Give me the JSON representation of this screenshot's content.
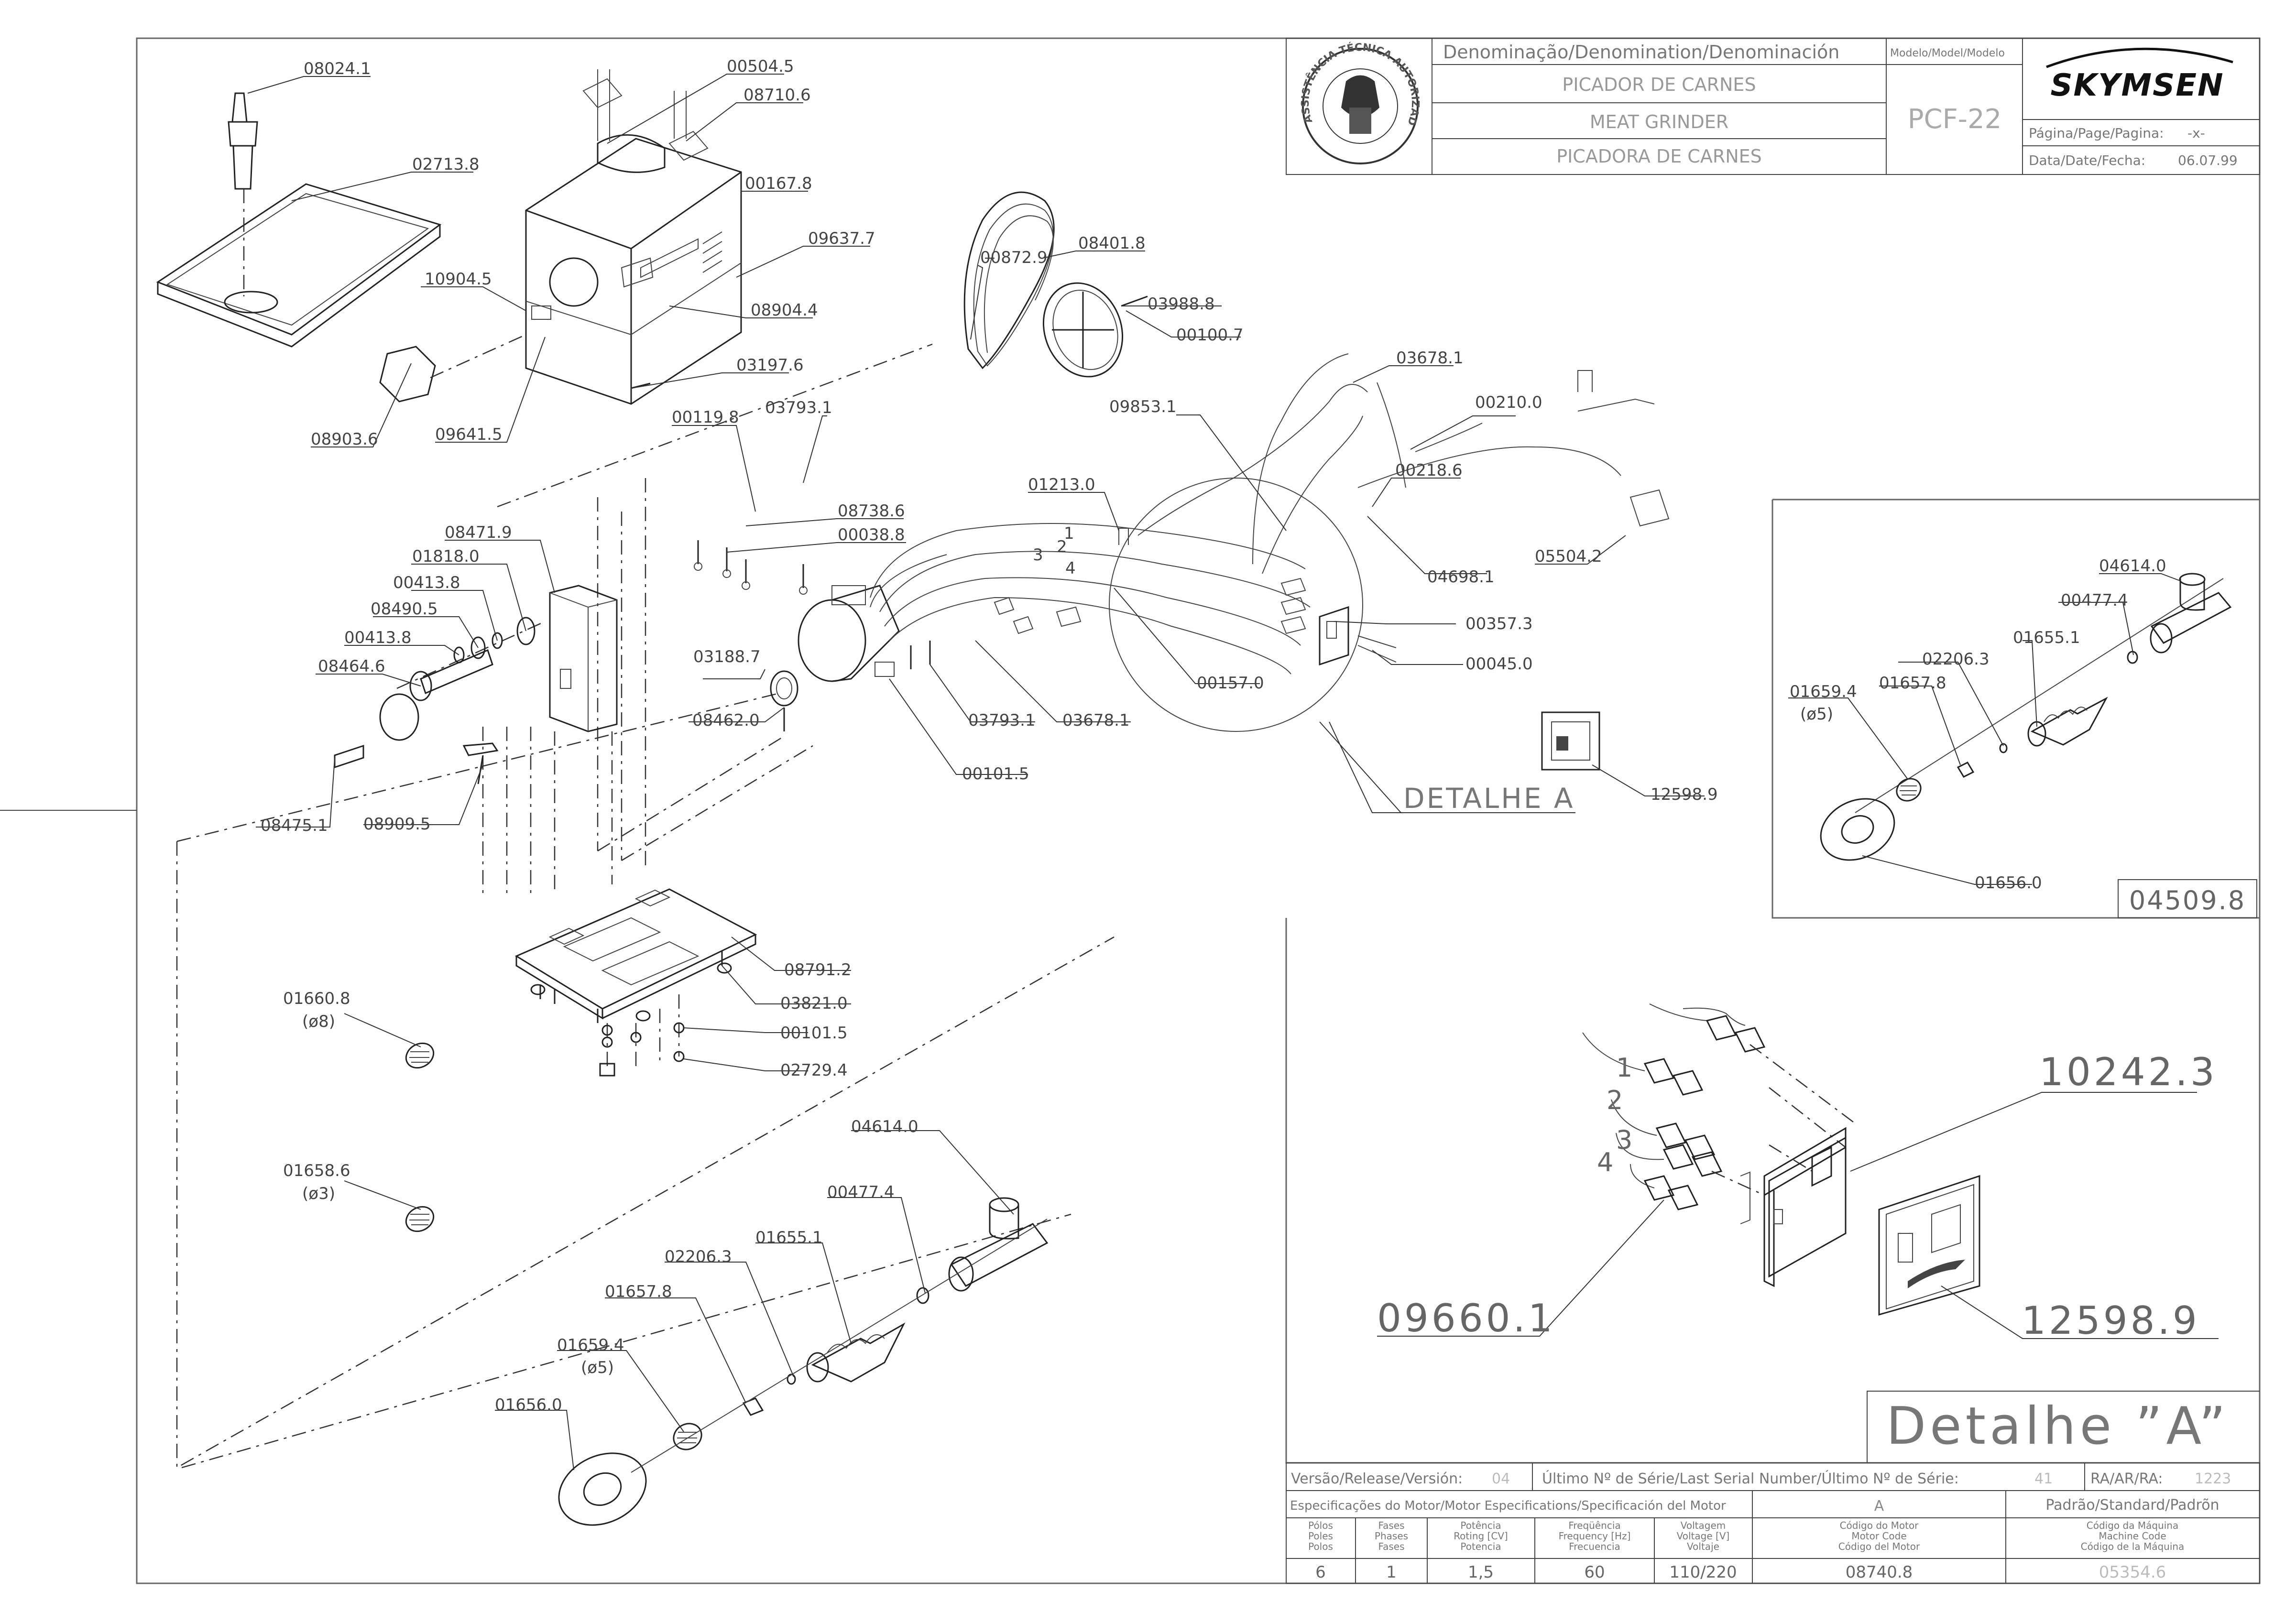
{
  "title_block": {
    "denomination_header": "Denominação/Denomination/Denominación",
    "name_pt": "PICADOR DE CARNES",
    "name_en": "MEAT GRINDER",
    "name_es": "PICADORA DE CARNES",
    "model_header": "Modelo/Model/Modelo",
    "model_value": "PCF-22",
    "brand": "SKYMSEN",
    "page_label": "Página/Page/Pagina:",
    "page_value": "-x-",
    "date_label": "Data/Date/Fecha:",
    "date_value": "06.07.99",
    "seal_text": "ASSISTÊNCIA TÉCNICA AUTORIZADA"
  },
  "parts": {
    "p08024_1": "08024.1",
    "p02713_8": "02713.8",
    "p10904_5": "10904.5",
    "p08903_6": "08903.6",
    "p09641_5": "09641.5",
    "p00504_5": "00504.5",
    "p08710_6": "08710.6",
    "p00167_8": "00167.8",
    "p09637_7": "09637.7",
    "p08904_4": "08904.4",
    "p03197_6": "03197.6",
    "p00872_9": "00872.9",
    "p08401_8": "08401.8",
    "p03988_8": "03988.8",
    "p00100_7": "00100.7",
    "p03678_1a": "03678.1",
    "p00210_0": "00210.0",
    "p09853_1": "09853.1",
    "p00218_6": "00218.6",
    "p05504_2": "05504.2",
    "p04698_1": "04698.1",
    "p00119_8": "00119.8",
    "p03793_1a": "03793.1",
    "p08738_6": "08738.6",
    "p00038_8": "00038.8",
    "p01213_0": "01213.0",
    "p08471_9": "08471.9",
    "p01818_0": "01818.0",
    "p00413_8a": "00413.8",
    "p08490_5": "08490.5",
    "p00413_8b": "00413.8",
    "p08464_6": "08464.6",
    "p08475_1": "08475.1",
    "p08909_5": "08909.5",
    "p03188_7": "03188.7",
    "p08462_0": "08462.0",
    "p03793_1b": "03793.1",
    "p03678_1b": "03678.1",
    "p00101_5a": "00101.5",
    "p00357_3": "00357.3",
    "p00045_0": "00045.0",
    "p00157_0": "00157.0",
    "p12598_9a": "12598.9",
    "p08791_2": "08791.2",
    "p03821_0": "03821.0",
    "p00101_5b": "00101.5",
    "p02729_4": "02729.4",
    "p01660_8": "01660.8",
    "p01660_8_d": "(ø8)",
    "p01658_6": "01658.6",
    "p01658_6_d": "(ø3)",
    "p04614_0": "04614.0",
    "p00477_4": "00477.4",
    "p01655_1": "01655.1",
    "p02206_3": "02206.3",
    "p01657_8": "01657.8",
    "p01659_4": "01659.4",
    "p01659_4_d": "(ø5)",
    "p01656_0": "01656.0",
    "wire_1": "1",
    "wire_2": "2",
    "wire_3": "3",
    "wire_4": "4"
  },
  "detail_a_label": "DETALHE A",
  "inset": {
    "p04614_0": "04614.0",
    "p00477_4": "00477.4",
    "p02206_3": "02206.3",
    "p01655_1": "01655.1",
    "p01659_4": "01659.4",
    "p01659_4_d": "(ø5)",
    "p01657_8": "01657.8",
    "p01656_0": "01656.0",
    "kit_code": "04509.8"
  },
  "detail": {
    "p10242_3": "10242.3",
    "p09660_1": "09660.1",
    "p12598_9": "12598.9",
    "wire_1": "1",
    "wire_2": "2",
    "wire_3": "3",
    "wire_4": "4",
    "title": "Detalhe ”A”"
  },
  "bottom_block": {
    "version_label": "Versão/Release/Versión:",
    "version_value": "04",
    "serial_label": "Último Nº de Série/Last Serial Number/Último Nº de Série:",
    "serial_value": "41",
    "ra_label": "RA/AR/RA:",
    "ra_value": "1223",
    "motor_spec_label": "Especificações do Motor/Motor Especifications/Specificación del Motor",
    "motor_type": "A",
    "standard_label": "Padrão/Standard/Padrõn",
    "cols": [
      {
        "h1": "Pólos",
        "h2": "Poles",
        "h3": "Polos",
        "v": "6"
      },
      {
        "h1": "Fases",
        "h2": "Phases",
        "h3": "Fases",
        "v": "1"
      },
      {
        "h1": "Potência",
        "h2": "Roting [CV]",
        "h3": "Potencia",
        "v": "1,5"
      },
      {
        "h1": "Freqüência",
        "h2": "Frequency [Hz]",
        "h3": "Frecuencia",
        "v": "60"
      },
      {
        "h1": "Voltagem",
        "h2": "Voltage [V]",
        "h3": "Voltaje",
        "v": "110/220"
      }
    ],
    "motor_code_h1": "Código do Motor",
    "motor_code_h2": "Motor Code",
    "motor_code_h3": "Código del Motor",
    "motor_code_value": "08740.8",
    "machine_code_h1": "Código da Máquina",
    "machine_code_h2": "Machine Code",
    "machine_code_h3": "Código de la Máquina",
    "machine_code_value": "05354.6"
  },
  "colors": {
    "line": "#222222",
    "text": "#444444",
    "faint": "#aaaaaa"
  }
}
